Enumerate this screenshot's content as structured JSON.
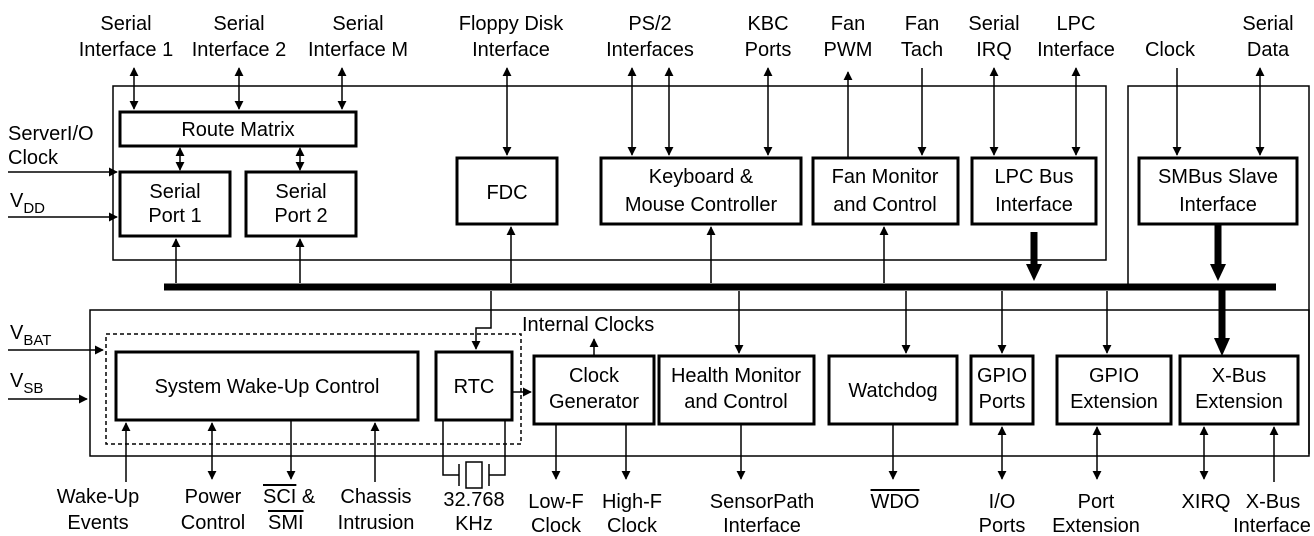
{
  "blocks": {
    "route_matrix": "Route Matrix",
    "serial_port_1": [
      "Serial",
      "Port 1"
    ],
    "serial_port_2": [
      "Serial",
      "Port 2"
    ],
    "fdc": "FDC",
    "keyboard_mouse": [
      "Keyboard &",
      "Mouse Controller"
    ],
    "fan_monitor": [
      "Fan Monitor",
      "and Control"
    ],
    "lpc_bus": [
      "LPC Bus",
      "Interface"
    ],
    "smbus": [
      "SMBus Slave",
      "Interface"
    ],
    "system_wakeup": "System Wake-Up Control",
    "rtc": "RTC",
    "clock_generator": [
      "Clock",
      "Generator"
    ],
    "health_monitor": [
      "Health Monitor",
      "and Control"
    ],
    "watchdog": "Watchdog",
    "gpio_ports": [
      "GPIO",
      "Ports"
    ],
    "gpio_extension": [
      "GPIO",
      "Extension"
    ],
    "xbus_extension": [
      "X-Bus",
      "Extension"
    ]
  },
  "top_signals": {
    "serial_if_1": [
      "Serial",
      "Interface 1"
    ],
    "serial_if_2": [
      "Serial",
      "Interface 2"
    ],
    "serial_if_m": [
      "Serial",
      "Interface M"
    ],
    "floppy": [
      "Floppy Disk",
      "Interface"
    ],
    "ps2": [
      "PS/2",
      "Interfaces"
    ],
    "kbc": [
      "KBC",
      "Ports"
    ],
    "fan_pwm": [
      "Fan",
      "PWM"
    ],
    "fan_tach": [
      "Fan",
      "Tach"
    ],
    "serial_irq": [
      "Serial",
      "IRQ"
    ],
    "lpc_if": [
      "LPC",
      "Interface"
    ],
    "clock": "Clock",
    "serial_data": [
      "Serial",
      "Data"
    ]
  },
  "left_signals": {
    "server_io_clock": [
      "ServerI/O",
      "Clock"
    ],
    "vdd": {
      "base": "V",
      "sub": "DD"
    },
    "vbat": {
      "base": "V",
      "sub": "BAT"
    },
    "vsb": {
      "base": "V",
      "sub": "SB"
    }
  },
  "internal_clocks": "Internal Clocks",
  "bottom_signals": {
    "wakeup_events": [
      "Wake-Up",
      "Events"
    ],
    "power_control": [
      "Power",
      "Control"
    ],
    "sci": "SCI",
    "amp": " &",
    "smi": "SMI",
    "chassis": [
      "Chassis",
      "Intrusion"
    ],
    "crystal": [
      "32.768",
      "KHz"
    ],
    "low_f": [
      "Low-F",
      "Clock"
    ],
    "high_f": [
      "High-F",
      "Clock"
    ],
    "sensorpath": [
      "SensorPath",
      "Interface"
    ],
    "wdo": "WDO",
    "io_ports": [
      "I/O",
      "Ports"
    ],
    "port_ext": [
      "Port",
      "Extension"
    ],
    "xirq": "XIRQ",
    "xbus_if": [
      "X-Bus",
      "Interface"
    ]
  },
  "colors": {
    "line": "#000000",
    "background": "#ffffff"
  }
}
